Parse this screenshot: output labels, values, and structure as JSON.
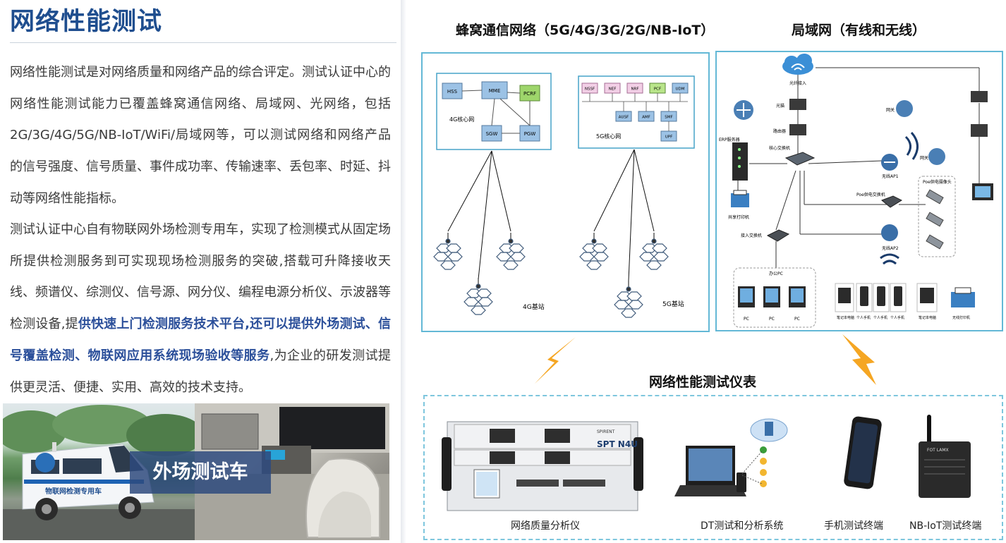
{
  "left": {
    "title": "网络性能测试",
    "para1": "网络性能测试是对网络质量和网络产品的综合评定。测试认证中心的网络性能测试能力已覆盖蜂窝通信网络、局域网、光网络，包括2G/3G/4G/5G/NB-IoT/WiFi/局域网等，可以测试网络和网络产品的信号强度、信号质量、事件成功率、传输速率、丢包率、时延、抖动等网络性能指标。",
    "para2_a": "测试认证中心自有物联网外场检测专用车，实现了检测模式从固定场所提供检测服务到可实现现场检测服务的突破,搭载可升降接收天线、频谱仪、综测仪、信号源、网分仪、编程电源分析仪、示波器等检测设备,提",
    "para2_hl": "供快速上门检测服务技术平台,还可以提供外场测试、信号覆盖检测、物联网应用系统现场验收等服务",
    "para2_b": ",为企业的研发测试提供更灵活、便捷、实用、高效的技术支持。",
    "photo_badge": "外场测试车",
    "van_text": "物联网检测专用车"
  },
  "cellular": {
    "title": "蜂窝通信网络（5G/4G/3G/2G/NB-IoT）",
    "core4g_label": "4G核心网",
    "core4g_nodes": [
      "HSS",
      "MME",
      "PCRF",
      "SGW",
      "PGW"
    ],
    "core5g_label": "5G核心网",
    "core5g_top": [
      "NSSF",
      "NEF",
      "NRF",
      "PCF",
      "UDM"
    ],
    "core5g_bottom": [
      "AUSF",
      "AMF",
      "SMF",
      "UPF"
    ],
    "bs4g_label": "4G基站",
    "bs5g_label": "5G基站"
  },
  "lan": {
    "title": "局域网（有线和无线）",
    "labels": {
      "fiber_in": "光纤接入",
      "modem": "光猫",
      "router": "路由器",
      "core_switch": "核心交换机",
      "erp": "ERP服务器",
      "printer_shared": "共享打印机",
      "access_switch": "接入交换机",
      "poe_switch": "Poe供电交换机",
      "poe_camera": "Poe供电摄像头",
      "ap1": "无线AP1",
      "ap2": "无线AP2",
      "gateway1": "网关",
      "gateway2": "网关",
      "office_pc": "办公PC",
      "pc": "PC",
      "laptop": "笔记本电脑",
      "phone": "个人手机",
      "printer_wireless": "无线打印机"
    }
  },
  "instruments": {
    "title": "网络性能测试仪表",
    "items": [
      "网络质量分析仪",
      "DT测试和分析系统",
      "手机测试终端",
      "NB-IoT测试终端"
    ],
    "spt_label": "SPT N4U",
    "spirent": "SPIRENT",
    "fot_label": "FOT LAMX"
  },
  "colors": {
    "title_blue": "#1f4e8f",
    "highlight_blue": "#2b4f9a",
    "panel_border": "#63b8d6",
    "bolt": "#f5a623"
  }
}
